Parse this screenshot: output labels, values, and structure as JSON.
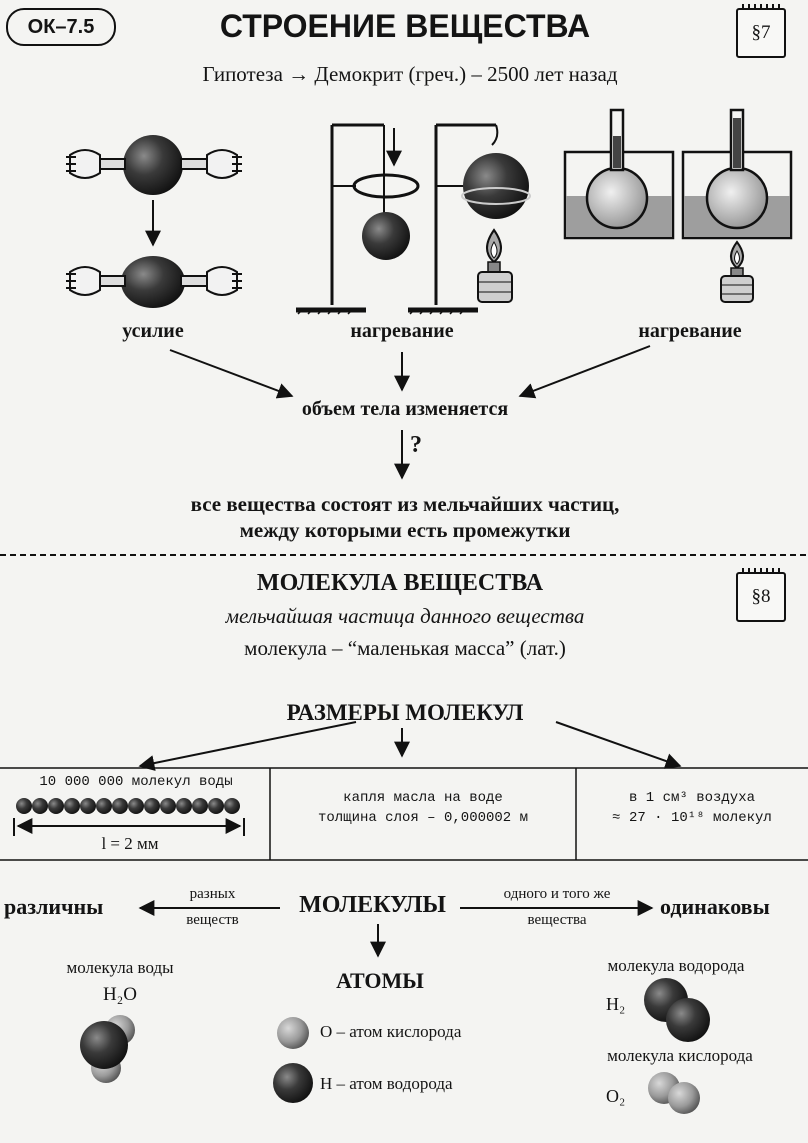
{
  "header": {
    "code": "ОК–7.5",
    "title": "СТРОЕНИЕ ВЕЩЕСТВА",
    "section": "§7",
    "hypothesis": "Гипотеза → Демокрит (греч.) – 2500 лет назад"
  },
  "experiments": {
    "effort_label": "усилие",
    "heating_label_1": "нагревание",
    "heating_label_2": "нагревание",
    "volume_changes": "объем тела изменяется",
    "question": "?",
    "conclusion_line_1": "все вещества состоят из мельчайших частиц,",
    "conclusion_line_2": "между которыми есть промежутки"
  },
  "molecule": {
    "title": "МОЛЕКУЛА ВЕЩЕСТВА",
    "section": "§8",
    "definition": "мельчайшая частица данного вещества",
    "etymology": "молекула – “маленькая масса” (лат.)"
  },
  "sizes": {
    "title": "РАЗМЕРЫ МОЛЕКУЛ",
    "water_label": "10 000 000 молекул воды",
    "water_length": "l = 2 мм",
    "oil_line_1": "капля масла на воде",
    "oil_line_2": "толщина слоя – 0,000002 м",
    "air_line_1": "в 1 см³ воздуха",
    "air_line_2": "≈ 27 · 10¹⁸ молекул"
  },
  "molecules_block": {
    "left_word": "различны",
    "left_arrow_top": "разных",
    "left_arrow_bottom": "веществ",
    "center_word": "МОЛЕКУЛЫ",
    "right_arrow_top": "одного и того же",
    "right_arrow_bottom": "вещества",
    "right_word": "одинаковы",
    "atoms_word": "АТОМЫ",
    "water_mol_label": "молекула воды",
    "water_formula": "H₂O",
    "oxygen_atom": "O – атом кислорода",
    "hydrogen_atom": "H – атом водорода",
    "hydrogen_mol_label": "молекула водорода",
    "hydrogen_formula": "H₂",
    "oxygen_mol_label": "молекула кислорода",
    "oxygen_formula": "O₂"
  }
}
